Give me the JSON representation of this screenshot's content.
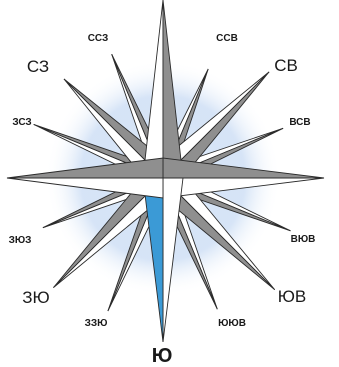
{
  "compass": {
    "labels": {
      "N": "",
      "NNE": "ССВ",
      "NE": "СВ",
      "ENE": "ВСВ",
      "E": "",
      "ESE": "ВЮВ",
      "SE": "ЮВ",
      "SSE": "ЮЮВ",
      "S": "Ю",
      "SSW": "ЗЗЮ",
      "SW": "ЗЮ",
      "WSW": "ЗЮЗ",
      "W": "",
      "WNW": "ЗСЗ",
      "NW": "СЗ",
      "NNW": "ССЗ"
    },
    "colors": {
      "light_face": "#ffffff",
      "dark_face": "#8f8f8f",
      "mid_face": "#bdbdbd",
      "outline": "#2b2b2b",
      "south_highlight": "#3b9ad6",
      "halo": "#a9c8ec"
    }
  }
}
